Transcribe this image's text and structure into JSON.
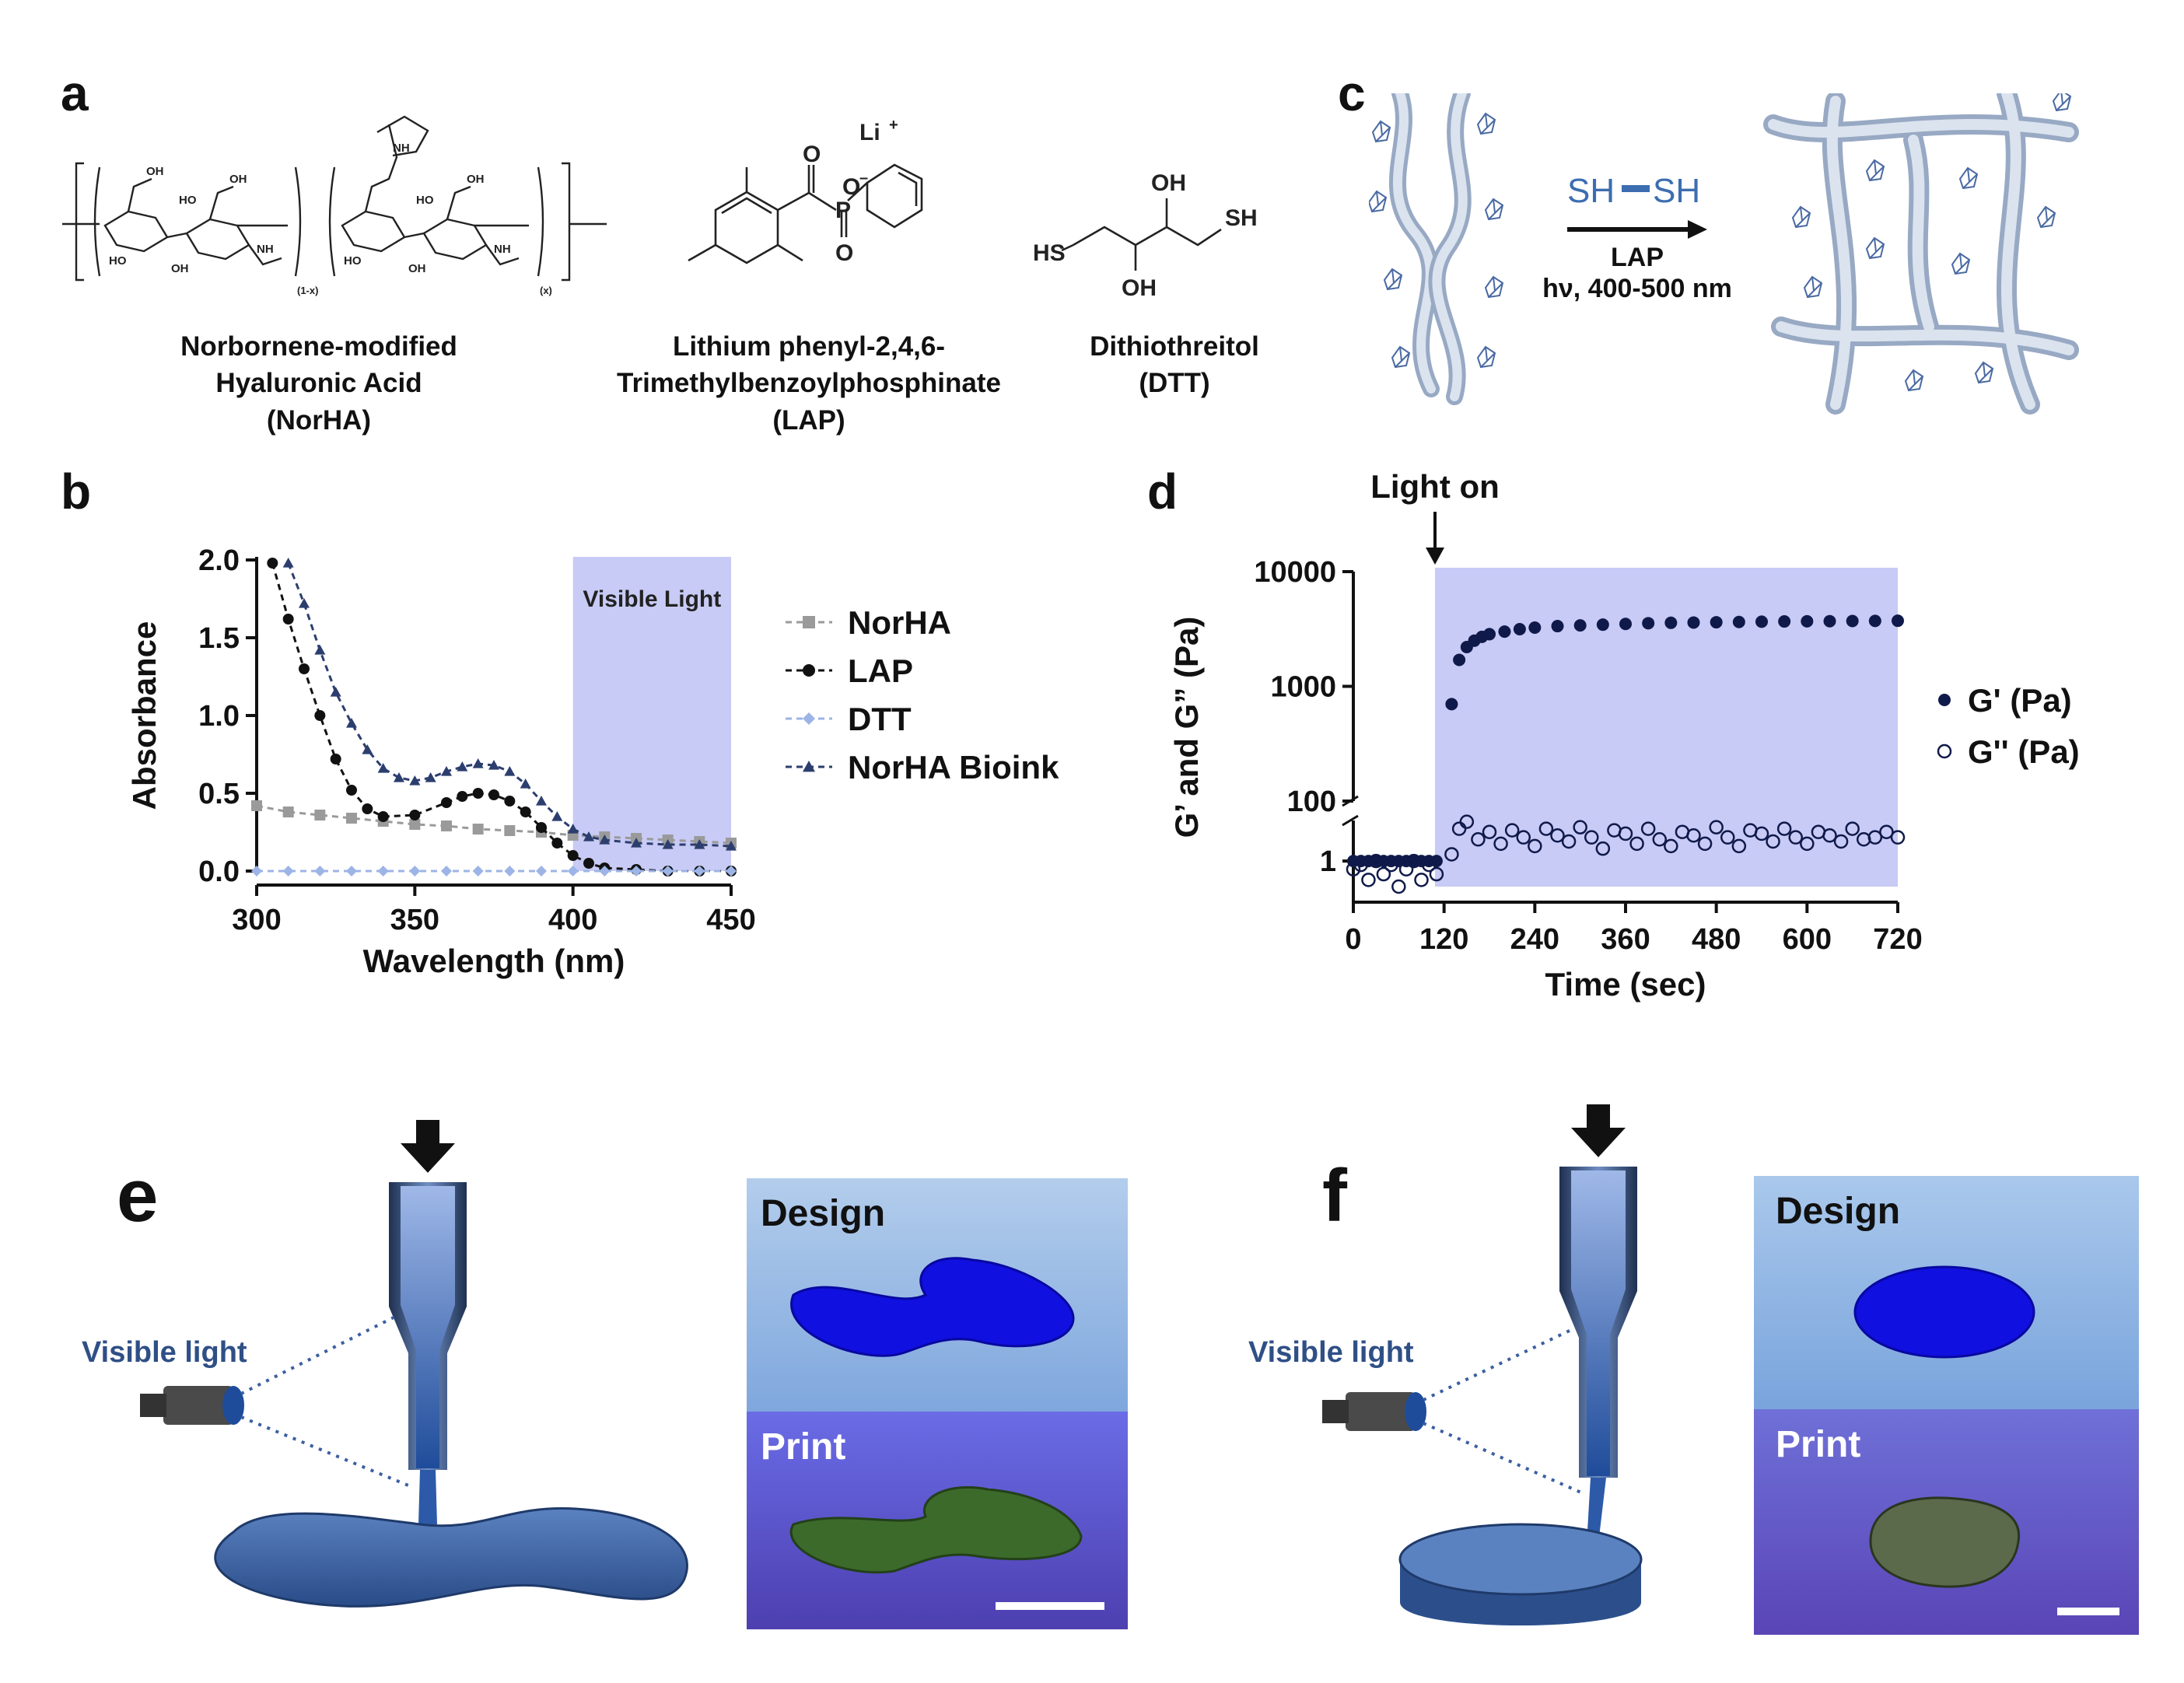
{
  "panels": [
    "a",
    "b",
    "c",
    "d",
    "e",
    "f"
  ],
  "panel_a": {
    "norha": {
      "name_lines": [
        "Norbornene-modified",
        "Hyaluronic Acid",
        "(NorHA)"
      ],
      "labels": [
        "OH",
        "HO",
        "HO",
        "OH",
        "NH",
        "OH",
        "NH",
        "HO",
        "HO",
        "OH",
        "NH",
        "OH",
        "(1-x)",
        "(x)"
      ]
    },
    "lap": {
      "name_lines": [
        "Lithium phenyl-2,4,6-",
        "Trimethylbenzoylphosphinate",
        "(LAP)"
      ],
      "labels": [
        "Li",
        "+",
        "O",
        "O",
        "–",
        "P",
        "O"
      ]
    },
    "dtt": {
      "name_lines": [
        "Dithiothreitol",
        "(DTT)"
      ],
      "labels": [
        "OH",
        "SH",
        "HS",
        "OH"
      ]
    }
  },
  "panel_c": {
    "crosslinker": "SH",
    "crosslinker2": "SH",
    "initiator": "LAP",
    "light": "hν, 400-500 nm"
  },
  "panel_e": {
    "light_label": "Visible light",
    "design_label": "Design",
    "print_label": "Print"
  },
  "panel_f": {
    "light_label": "Visible light",
    "design_label": "Design",
    "print_label": "Print"
  },
  "chart_data": [
    {
      "panel": "b",
      "type": "line",
      "xlabel": "Wavelength (nm)",
      "ylabel": "Absorbance",
      "xlim": [
        300,
        450
      ],
      "ylim": [
        0,
        2.0
      ],
      "x_ticks": [
        "300",
        "350",
        "400",
        "450"
      ],
      "y_ticks": [
        "0.0",
        "0.5",
        "1.0",
        "1.5",
        "2.0"
      ],
      "shaded_region": {
        "label": "Visible Light",
        "x_range": [
          400,
          450
        ],
        "color": "#c8cbf5"
      },
      "legend_position": "right",
      "series": [
        {
          "name": "NorHA",
          "color": "#9a9a9a",
          "marker": "square",
          "x": [
            300,
            310,
            320,
            330,
            340,
            350,
            360,
            370,
            380,
            390,
            400,
            410,
            420,
            430,
            440,
            450
          ],
          "y": [
            0.42,
            0.38,
            0.36,
            0.34,
            0.32,
            0.3,
            0.29,
            0.27,
            0.26,
            0.25,
            0.23,
            0.22,
            0.21,
            0.2,
            0.19,
            0.18
          ]
        },
        {
          "name": "LAP",
          "color": "#111111",
          "marker": "circle",
          "x": [
            305,
            310,
            315,
            320,
            325,
            330,
            335,
            340,
            350,
            360,
            365,
            370,
            375,
            380,
            385,
            390,
            395,
            400,
            405,
            410,
            420,
            430,
            440,
            450
          ],
          "y": [
            1.98,
            1.62,
            1.3,
            1.0,
            0.72,
            0.52,
            0.4,
            0.35,
            0.36,
            0.44,
            0.48,
            0.5,
            0.49,
            0.45,
            0.38,
            0.28,
            0.18,
            0.1,
            0.05,
            0.02,
            0.01,
            0.0,
            0.0,
            0.0
          ]
        },
        {
          "name": "DTT",
          "color": "#9db4e6",
          "marker": "diamond",
          "x": [
            300,
            310,
            320,
            330,
            340,
            350,
            360,
            370,
            380,
            390,
            400,
            410,
            420,
            430,
            440,
            450
          ],
          "y": [
            0.0,
            0.0,
            0.0,
            0.0,
            0.0,
            0.0,
            0.0,
            0.0,
            0.0,
            0.0,
            0.0,
            0.0,
            0.0,
            0.0,
            0.0,
            0.0
          ]
        },
        {
          "name": "NorHA Bioink",
          "color": "#2c3e6e",
          "marker": "triangle",
          "x": [
            310,
            315,
            320,
            325,
            330,
            335,
            340,
            345,
            350,
            355,
            360,
            365,
            370,
            375,
            380,
            385,
            390,
            395,
            400,
            405,
            410,
            420,
            430,
            440,
            450
          ],
          "y": [
            1.98,
            1.72,
            1.42,
            1.15,
            0.95,
            0.78,
            0.66,
            0.6,
            0.58,
            0.6,
            0.64,
            0.67,
            0.69,
            0.68,
            0.64,
            0.56,
            0.45,
            0.35,
            0.27,
            0.22,
            0.2,
            0.18,
            0.17,
            0.17,
            0.16
          ]
        }
      ]
    },
    {
      "panel": "d",
      "type": "scatter",
      "xlabel": "Time (sec)",
      "ylabel": "G’ and G” (Pa)",
      "xlim": [
        0,
        720
      ],
      "y_scale": "broken-log",
      "x_ticks": [
        "0",
        "120",
        "240",
        "360",
        "480",
        "600",
        "720"
      ],
      "y_ticks": [
        "1",
        "100",
        "1000",
        "10000"
      ],
      "annotation": "Light on",
      "annotation_x": 108,
      "shaded_region": {
        "x_range": [
          108,
          720
        ],
        "color": "#c8cbf5"
      },
      "legend_position": "right",
      "series": [
        {
          "name": "G' (Pa)",
          "marker": "filled-circle",
          "color": "#101a4a",
          "x": [
            0,
            10,
            20,
            30,
            40,
            50,
            60,
            70,
            80,
            90,
            100,
            110,
            130,
            140,
            150,
            160,
            170,
            180,
            200,
            220,
            240,
            270,
            300,
            330,
            360,
            390,
            420,
            450,
            480,
            510,
            540,
            570,
            600,
            630,
            660,
            690,
            720
          ],
          "y": [
            1,
            1,
            1,
            1,
            1,
            1,
            1,
            1,
            1,
            1,
            1,
            1,
            700,
            1700,
            2200,
            2500,
            2700,
            2850,
            3000,
            3150,
            3250,
            3350,
            3400,
            3450,
            3500,
            3550,
            3580,
            3600,
            3620,
            3640,
            3660,
            3680,
            3690,
            3700,
            3710,
            3720,
            3730
          ]
        },
        {
          "name": "G'' (Pa)",
          "marker": "open-circle",
          "color": "#101a4a",
          "x": [
            0,
            10,
            20,
            30,
            40,
            50,
            60,
            70,
            80,
            90,
            100,
            110,
            130,
            140,
            150,
            165,
            180,
            195,
            210,
            225,
            240,
            255,
            270,
            285,
            300,
            315,
            330,
            345,
            360,
            375,
            390,
            405,
            420,
            435,
            450,
            465,
            480,
            495,
            510,
            525,
            540,
            555,
            570,
            585,
            600,
            615,
            630,
            645,
            660,
            675,
            690,
            705,
            720
          ],
          "y": [
            0.8,
            0.9,
            0.6,
            1.0,
            0.7,
            0.9,
            0.5,
            0.8,
            1.0,
            0.6,
            0.9,
            0.7,
            1.2,
            2.4,
            2.9,
            1.8,
            2.2,
            1.6,
            2.3,
            1.9,
            1.5,
            2.4,
            2.0,
            1.7,
            2.5,
            1.9,
            1.4,
            2.3,
            2.1,
            1.6,
            2.4,
            1.8,
            1.5,
            2.2,
            2.0,
            1.6,
            2.5,
            1.9,
            1.5,
            2.3,
            2.1,
            1.7,
            2.4,
            1.9,
            1.6,
            2.2,
            2.0,
            1.7,
            2.4,
            1.8,
            1.9,
            2.2,
            1.9
          ]
        }
      ]
    }
  ]
}
